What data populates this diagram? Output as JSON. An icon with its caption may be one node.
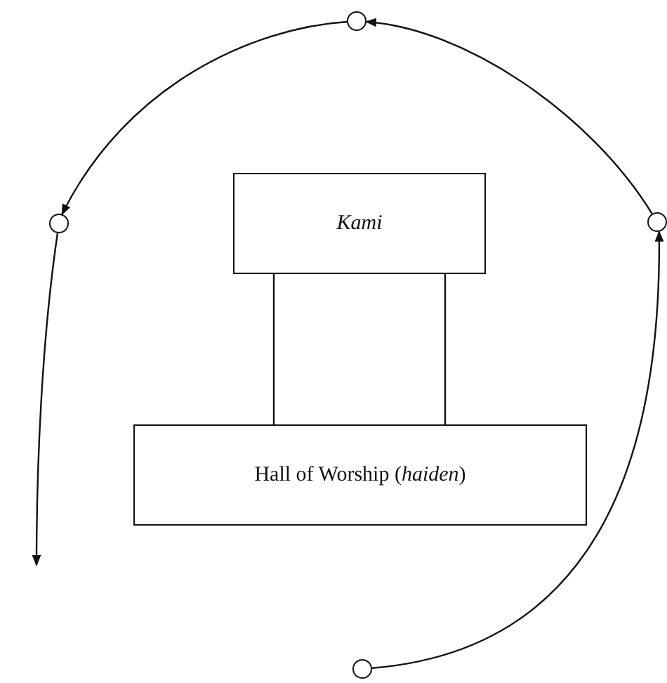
{
  "diagram": {
    "nodes": [
      {
        "text": [],
        "shape": "circle"
      },
      {
        "text": [
          "Kami"
        ]
      },
      {
        "text": [],
        "shape": "circle"
      },
      {
        "text": [],
        "shape": "circle"
      },
      {
        "text": [
          "Hall of Worship (*haiden*)"
        ]
      },
      {
        "text": [],
        "shape": "circle"
      }
    ],
    "edges": [
      {
        "from": 5,
        "to": 3,
        "arrow": "to"
      },
      {
        "from": 3,
        "to": 0,
        "arrow": "to"
      },
      {
        "from": 0,
        "to": 2,
        "arrow": "to"
      },
      {
        "from": 2,
        "to": null,
        "arrow": "to"
      },
      {
        "from": 1,
        "to": 4,
        "arrow": "none"
      },
      {
        "from": 1,
        "to": 4,
        "arrow": "none"
      }
    ]
  }
}
